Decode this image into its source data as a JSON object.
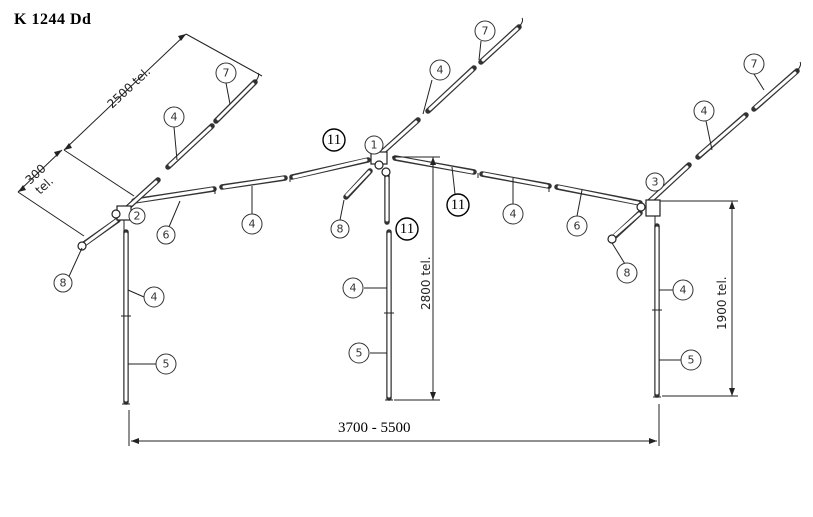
{
  "title": "K 1244 Dd",
  "dimensions": {
    "width_range": "3700 - 5500",
    "center_height": "2800 tel.",
    "side_height": "1900 tel.",
    "awning_length": "2500 tel.",
    "awning_offset": "300",
    "awning_offset_unit": "tel."
  },
  "labels": {
    "one": "1",
    "two": "2",
    "three": "3",
    "four": "4",
    "five": "5",
    "six": "6",
    "seven": "7",
    "eight": "8",
    "eleven": "11"
  }
}
